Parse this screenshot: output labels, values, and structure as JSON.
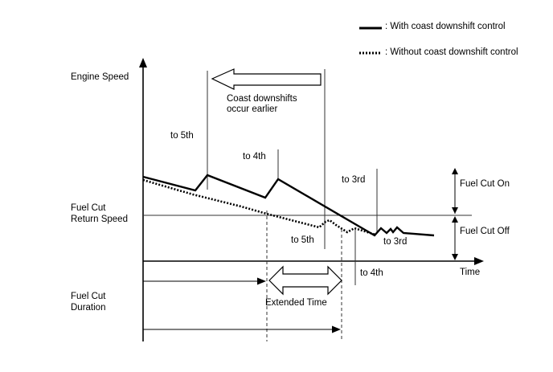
{
  "legend": {
    "solid_label": ": With coast downshift control",
    "dotted_label": ": Without coast downshift control"
  },
  "axes": {
    "y_label": "Engine Speed",
    "x_label": "Time"
  },
  "fuel_cut_return": {
    "line1": "Fuel Cut",
    "line2": "Return Speed"
  },
  "fuel_cut_duration": {
    "line1": "Fuel Cut",
    "line2": "Duration"
  },
  "zones": {
    "on": "Fuel Cut On",
    "off": "Fuel Cut Off"
  },
  "arrow_note": {
    "line1": "Coast downshifts",
    "line2": "occur earlier"
  },
  "shift_labels": {
    "solid_to_5th": "to 5th",
    "solid_to_4th": "to 4th",
    "solid_to_3rd": "to 3rd",
    "dotted_to_5th": "to 5th",
    "dotted_to_4th": "to 4th",
    "dotted_to_3rd": "to 3rd"
  },
  "extended_time": "Extended Time",
  "colors": {
    "ink": "#000000",
    "thin_line": "#333333"
  }
}
